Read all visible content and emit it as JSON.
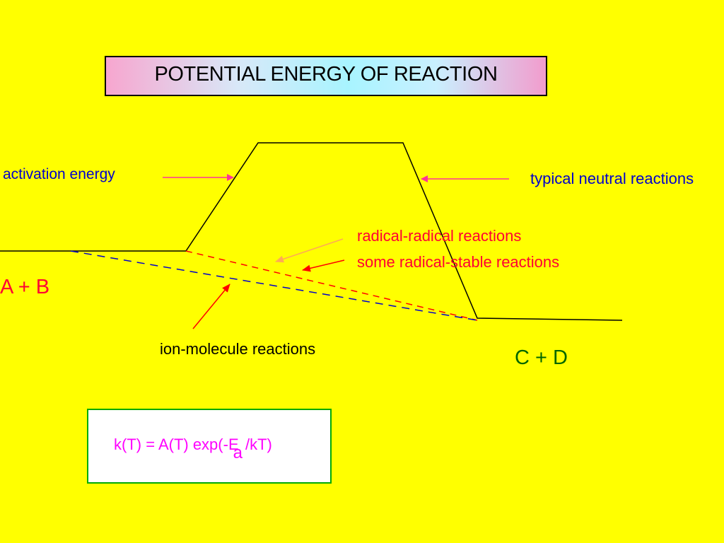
{
  "title": "POTENTIAL ENERGY OF REACTION",
  "labels": {
    "activation_energy": "activation energy",
    "typical_neutral": "typical neutral reactions",
    "radical_radical": "radical-radical reactions",
    "radical_stable": "some radical-stable reactions",
    "ion_molecule": "ion-molecule reactions",
    "reactants": "A + B",
    "products": "C +  D"
  },
  "formula": {
    "main": "k(T) = A(T) exp(-E",
    "subscript": "a",
    "tail": "/kT)"
  },
  "colors": {
    "background": "#ffff00",
    "barrier_line": "#000000",
    "blue_label": "#0000cc",
    "red_label": "#ff0033",
    "pink_arrow": "#ff3399",
    "orange_arrow": "#ffaa55",
    "red_arrow": "#ff0000",
    "blue_dash": "#0000cc",
    "red_dash": "#ff0000",
    "product_label": "#006600",
    "formula_text": "#ff00ff",
    "formula_border": "#00aa00"
  }
}
